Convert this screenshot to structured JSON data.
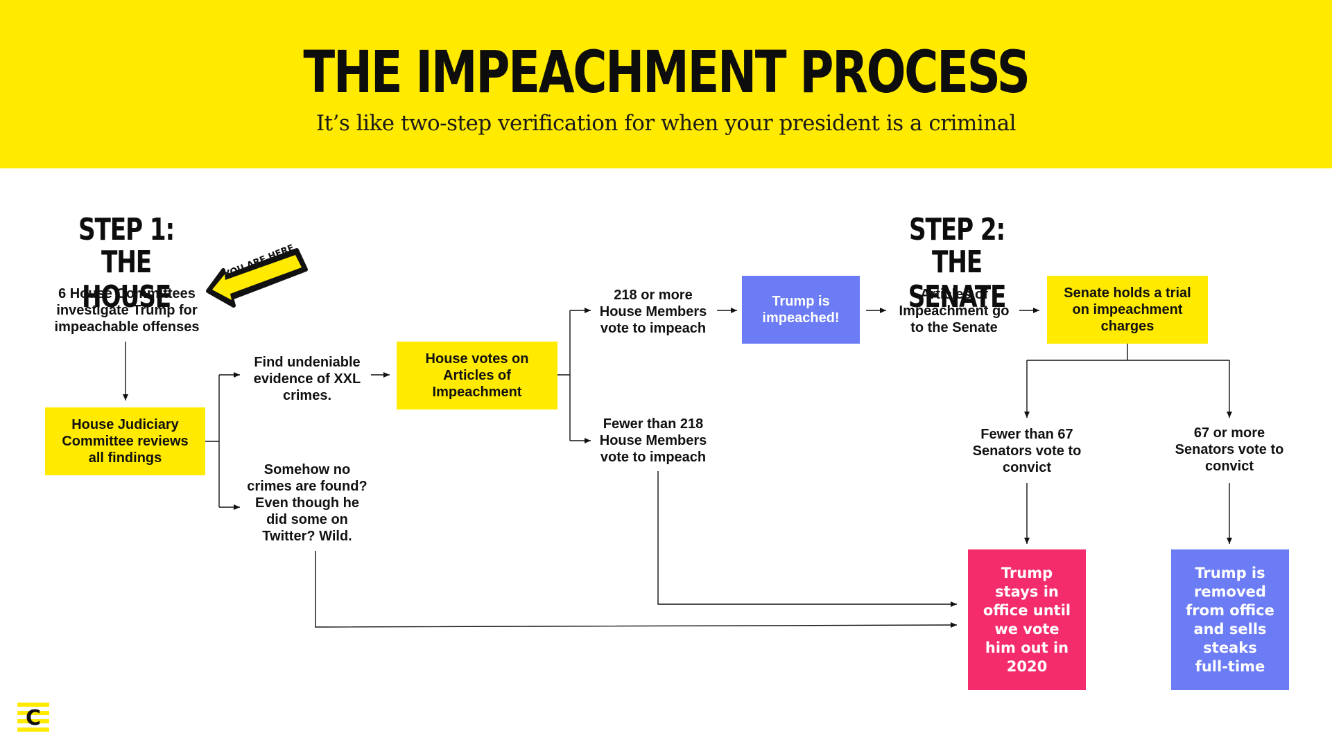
{
  "header": {
    "title": "THE IMPEACHMENT PROCESS",
    "subtitle": "It’s like two-step verification for when your president is a criminal"
  },
  "step1": {
    "title_line1": "STEP 1:",
    "title_line2": "THE HOUSE",
    "badge": "YOU ARE HERE",
    "investigate": [
      "6 House Committees",
      "investigate Trump for",
      "impeachable offenses"
    ],
    "judiciary": [
      "House Judiciary",
      "Committee reviews",
      "all findings"
    ],
    "evidence": [
      "Find undeniable",
      "evidence of XXL",
      "crimes."
    ],
    "no_crimes": [
      "Somehow no",
      "crimes are found?",
      "Even though he",
      "did some on",
      "Twitter? Wild."
    ],
    "house_votes": [
      "House votes on",
      "Articles of",
      "Impeachment"
    ],
    "vote_218_plus": [
      "218 or more",
      "House Members",
      "vote to impeach"
    ],
    "vote_under_218": [
      "Fewer than 218",
      "House Members",
      "vote to impeach"
    ]
  },
  "step2": {
    "title_line1": "STEP 2:",
    "title_line2": "THE SENATE",
    "impeached": [
      "Trump is",
      "impeached!"
    ],
    "articles_go": [
      "Articles of",
      "Impeachment go",
      "to the Senate"
    ],
    "trial": [
      "Senate holds a trial",
      "on impeachment",
      "charges"
    ],
    "under_67": [
      "Fewer than 67",
      "Senators vote to",
      "convict"
    ],
    "over_67": [
      "67 or more",
      "Senators vote to",
      "convict"
    ],
    "stays": [
      "Trump",
      "stays in",
      "office until",
      "we vote",
      "him out in",
      "2020"
    ],
    "removed": [
      "Trump is",
      "removed",
      "from office",
      "and sells",
      "steaks",
      "full-time"
    ]
  },
  "logo": {
    "letter": "C"
  },
  "colors": {
    "yellow": "#ffea00",
    "blue": "#6b7cf5",
    "pink": "#f52c6c",
    "ink": "#111111"
  }
}
